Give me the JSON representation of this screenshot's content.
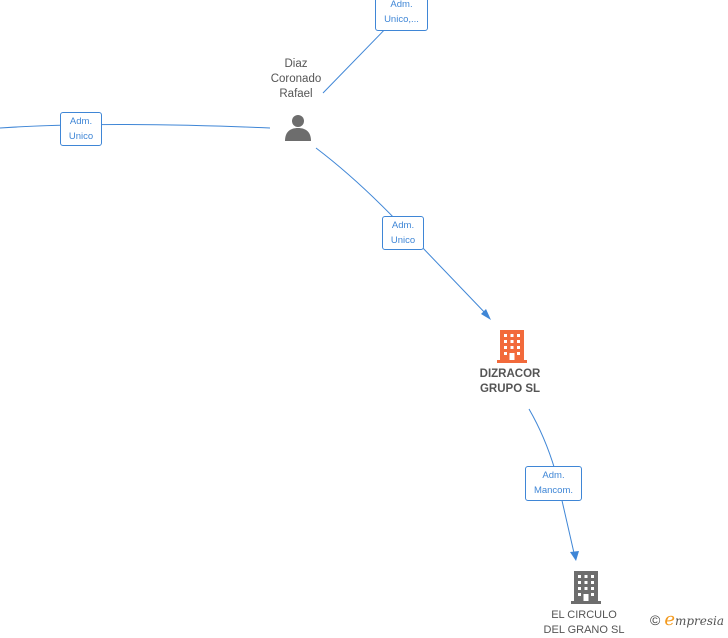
{
  "colors": {
    "edge": "#3f86d6",
    "company_primary": "#f26a3b",
    "company_secondary": "#6d6d6d",
    "person": "#6d6d6d"
  },
  "nodes": {
    "person_diaz": {
      "label": "Diaz\nCoronado\nRafael",
      "icon": "person-icon"
    },
    "company_dizracor": {
      "label": "DIZRACOR\nGRUPO  SL",
      "icon": "building-icon"
    },
    "company_circulo": {
      "label": "EL CIRCULO\nDEL GRANO  SL",
      "icon": "building-icon"
    }
  },
  "edges": {
    "top_right": {
      "label": "Adm.\nUnico,..."
    },
    "left": {
      "label": "Adm.\nUnico"
    },
    "diaz_to_dizracor": {
      "label": "Adm.\nUnico"
    },
    "dizracor_to_circulo": {
      "label": "Adm.\nMancom."
    }
  },
  "brand": {
    "copyright": "©",
    "initial": "e",
    "rest": "mpresia"
  }
}
